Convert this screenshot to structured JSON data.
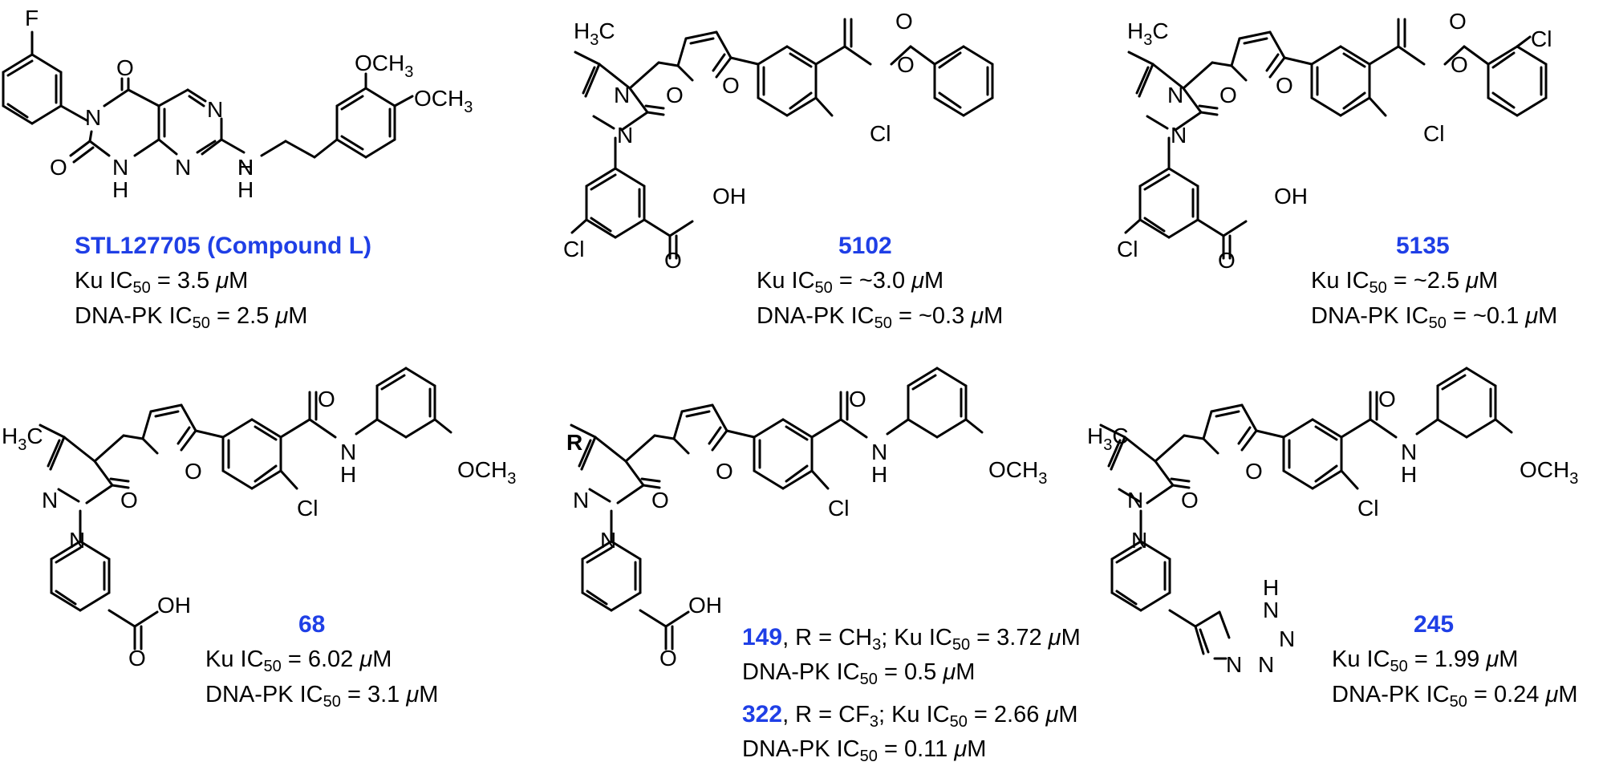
{
  "labels": {
    "ku": "Ku IC",
    "dnapk": "DNA-PK IC",
    "sub": "50",
    "eq": " = ",
    "mu": "μ",
    "unit": "M",
    "r_ch3": ", R = CH",
    "r_cf3": ", R = CF",
    "three": "3",
    "semi_ku": "; Ku IC"
  },
  "compounds": [
    {
      "id": "STL127705 (Compound L)",
      "ku": "3.5",
      "dnapk": "2.5"
    },
    {
      "id": "5102",
      "ku": "~3.0",
      "dnapk": "~0.3"
    },
    {
      "id": "5135",
      "ku": "~2.5",
      "dnapk": "~0.1"
    },
    {
      "id": "68",
      "ku": "6.02",
      "dnapk": "3.1"
    },
    {
      "id": "149",
      "ku": "3.72",
      "dnapk": "0.5"
    },
    {
      "id": "322",
      "ku": "2.66",
      "dnapk": "0.11"
    },
    {
      "id": "245",
      "ku": "1.99",
      "dnapk": "0.24"
    }
  ],
  "atoms": {
    "F": "F",
    "O": "O",
    "N": "N",
    "NH": "NH",
    "H": "H",
    "OCH3": "OCH",
    "sub3": "3",
    "H3C": "H",
    "Cl": "Cl",
    "OH": "OH",
    "R": "R"
  },
  "colors": {
    "id_blue": "#1f3fe6",
    "ink": "#000000"
  }
}
